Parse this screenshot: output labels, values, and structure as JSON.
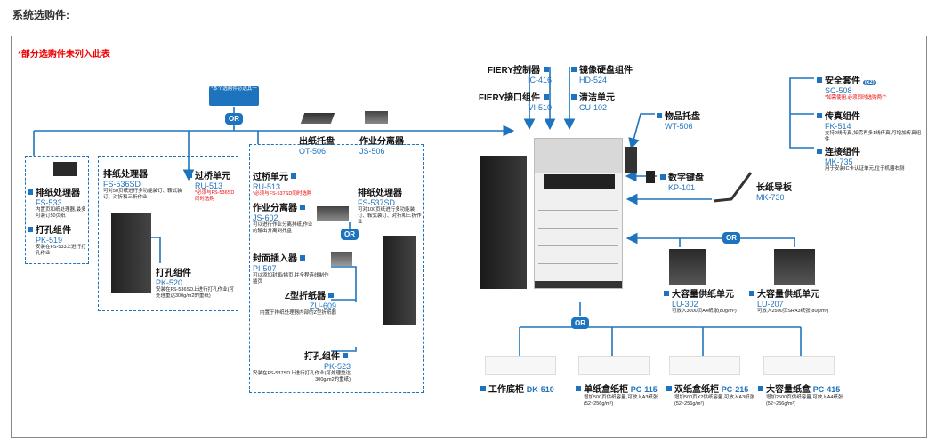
{
  "section_title": "系统选购件:",
  "note": "*部分选购件未列入此表",
  "choose_one": "*本个选购件必选其一",
  "or_label": "OR",
  "top_center": {
    "fiery_controller": {
      "name": "FIERY控制器",
      "code": "IC-416"
    },
    "fiery_interface": {
      "name": "FIERY接口组件",
      "code": "VI-510"
    },
    "mirror_hdd": {
      "name": "镜像硬盘组件",
      "code": "HD-524"
    },
    "cleaning_unit": {
      "name": "清洁单元",
      "code": "CU-102"
    },
    "output_tray": {
      "name": "出纸托盘",
      "code": "OT-506"
    },
    "job_separator": {
      "name": "作业分离器",
      "code": "JS-506"
    },
    "item_tray": {
      "name": "物品托盘",
      "code": "WT-506"
    },
    "keypad": {
      "name": "数字键盘",
      "code": "KP-101"
    },
    "long_guide": {
      "name": "长纸导板",
      "code": "MK-730"
    }
  },
  "group1": {
    "finisher": {
      "name": "排纸处理器",
      "code": "FS-533",
      "desc": "内置页和纸处理器,最多可装订50页纸"
    },
    "punch": {
      "name": "打孔组件",
      "code": "PK-519",
      "desc": "安装在FS-533上进行打孔作业"
    }
  },
  "group2": {
    "finisher": {
      "name": "排纸处理器",
      "code": "FS-536SD",
      "desc": "可对50页纸进行多功能装订、鞍式装订、对折和三折作业"
    },
    "relay": {
      "name": "过桥单元",
      "code": "RU-513",
      "red": "*必须与FS-536SD同时选购"
    },
    "punch": {
      "name": "打孔组件",
      "code": "PK-520",
      "desc": "安装在FS-536SD上进行打孔作业(可处理重达300g/m2的重纸)"
    }
  },
  "group3": {
    "relay": {
      "name": "过桥单元",
      "code": "RU-513",
      "red": "*必须与FS-537SD同时选购"
    },
    "separator": {
      "name": "作业分离器",
      "code": "JS-602",
      "desc": "可以进行作业分离排纸,作业的输出分离到托盘"
    },
    "finisher": {
      "name": "排纸处理器",
      "code": "FS-537SD",
      "desc": "可对100页纸进行多功能装订、鞍式装订、对折和三折作业"
    },
    "inserter": {
      "name": "封面插入器",
      "code": "PI-507",
      "desc": "可以添加封面/插页,并全程连线制作插页"
    },
    "zfold": {
      "name": "Z型折纸器",
      "code": "ZU-609",
      "desc": "内置于排纸处理器内部的Z型折纸器"
    },
    "punch": {
      "name": "打孔组件",
      "code": "PK-523",
      "desc": "安装在FS-537SD上进行打孔作业(可处理重达300g/m2的重纸)"
    }
  },
  "right_column": {
    "security": {
      "name": "安全套件",
      "code": "SC-508",
      "badge": "(x2)",
      "red": "*如需使用,必须同时选购两个"
    },
    "fax": {
      "name": "传真组件",
      "code": "FK-514",
      "desc": "支持2线传真,如需再多1线传真,可增加传真组件"
    },
    "mount": {
      "name": "连接组件",
      "code": "MK-735",
      "desc": "用于安装IC卡认证单元,位于机器右侧"
    }
  },
  "lcc": {
    "lu302": {
      "name": "大容量供纸单元",
      "code": "LU-302",
      "desc": "可放入3000页A4纸张(80g/m²)"
    },
    "lu207": {
      "name": "大容量供纸单元",
      "code": "LU-207",
      "desc": "可放入2500页SRA3纸张(80g/m²)"
    }
  },
  "bottom": {
    "dk510": {
      "name": "工作底柜",
      "code": "DK-510"
    },
    "pc115": {
      "name": "单纸盒纸柜",
      "code": "PC-115",
      "desc": "增加500页供纸容量,可放入A3纸张(52~256g/m²)"
    },
    "pc215": {
      "name": "双纸盒纸柜",
      "code": "PC-215",
      "desc": "增加500页X2供纸容量,可放入A3纸张(52~256g/m²)"
    },
    "pc415": {
      "name": "大容量纸盒",
      "code": "PC-415",
      "desc": "增加2500页供纸容量,可放入A4纸张(52~256g/m²)"
    }
  }
}
